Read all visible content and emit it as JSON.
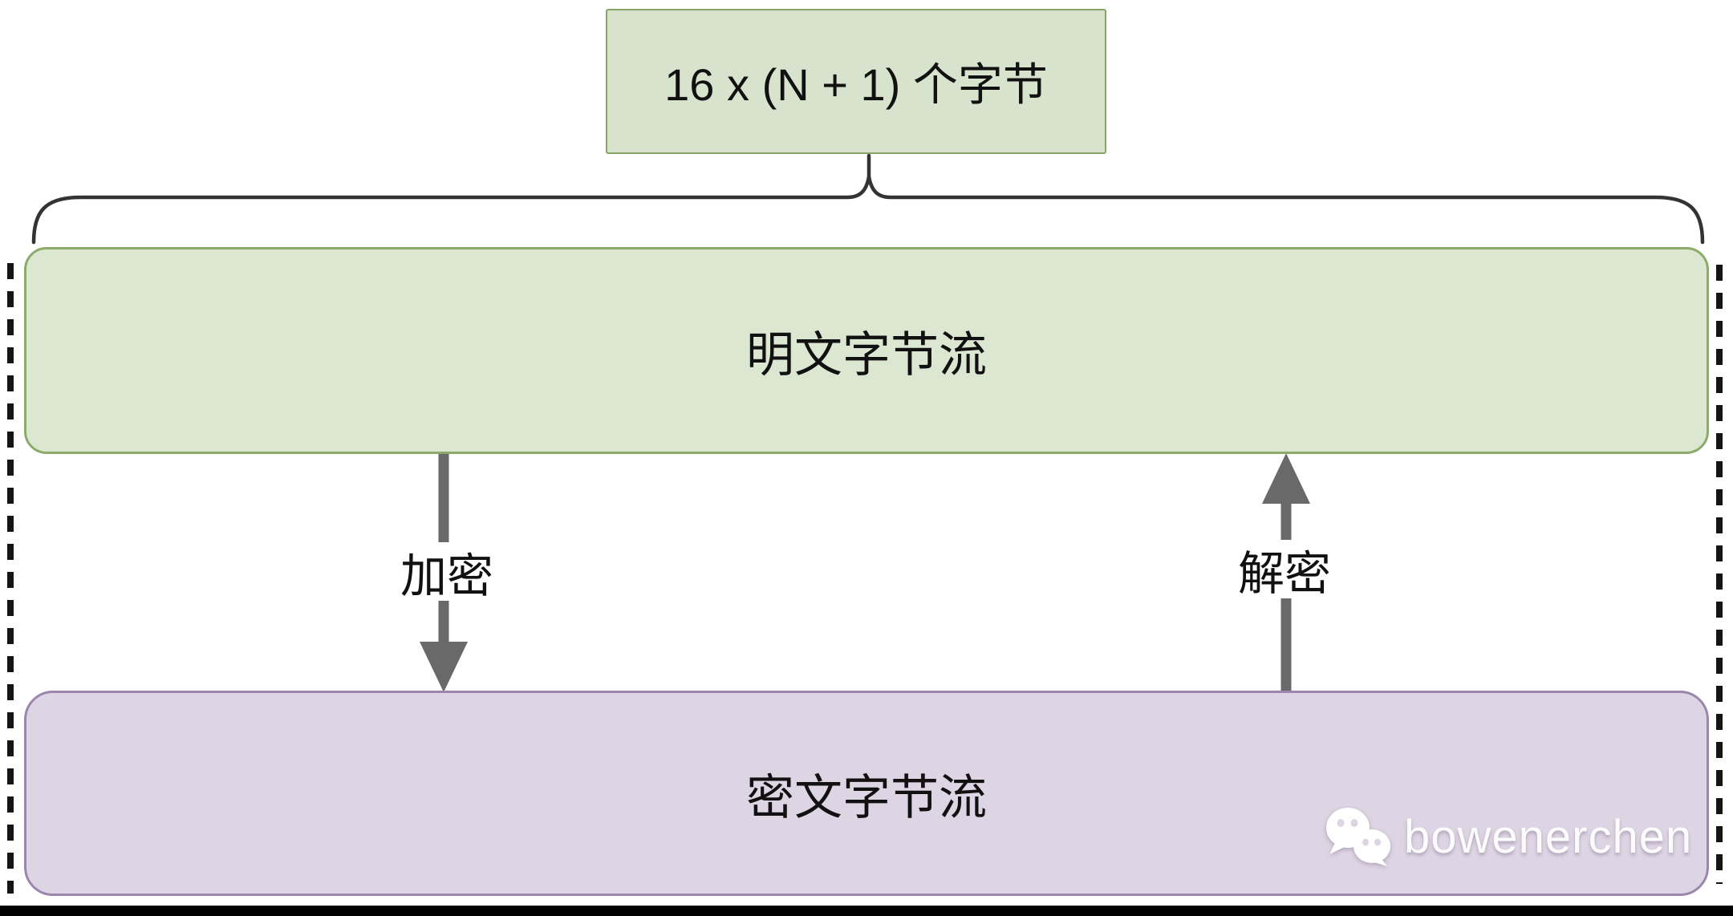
{
  "diagram": {
    "annotation_box": {
      "label": "16 x (N + 1) 个字节"
    },
    "plaintext_box": {
      "label": "明文字节流"
    },
    "ciphertext_box": {
      "label": "密文字节流"
    },
    "arrows": {
      "encrypt": {
        "label": "加密",
        "direction": "down"
      },
      "decrypt": {
        "label": "解密",
        "direction": "up"
      }
    },
    "watermark": {
      "icon": "wechat-icon",
      "text": "bowenerchen"
    }
  },
  "colors": {
    "background": "#ffffff",
    "green_box_fill": "#d9e5ce",
    "green_box_border": "#8aa967",
    "purple_box_fill": "#ded5e4",
    "purple_box_border": "#9b86ad",
    "arrow_gray": "#696969",
    "brace_stroke": "#333333",
    "dashed_line": "#141414",
    "label_text": "#111111",
    "watermark_text": "#ffffff",
    "bottom_bar": "#000000"
  }
}
